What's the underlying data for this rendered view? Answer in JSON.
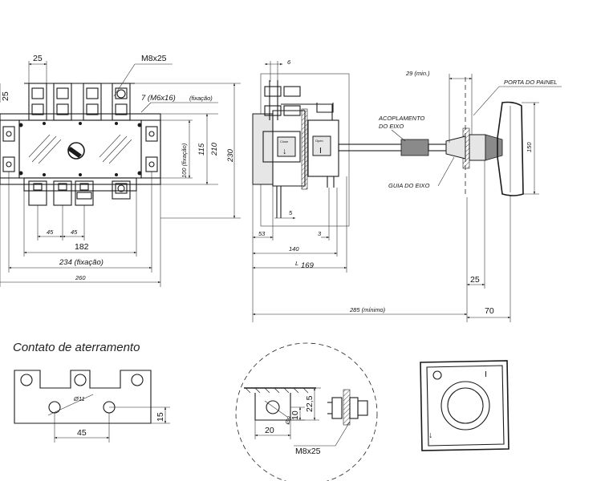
{
  "front_view": {
    "dim_top_25": "25",
    "dim_side_25": "25",
    "label_m8x25": "M8x25",
    "label_m6x16": "7  (M6x16)",
    "label_fixacao_small": "(fixação)",
    "dim_100_fixacao": "100 (fixação)",
    "dim_115": "115",
    "dim_210": "210",
    "dim_230": "230",
    "dim_45_a": "45",
    "dim_45_b": "45",
    "dim_182": "182",
    "dim_234_fixacao": "234 (fixação)",
    "dim_260": "260"
  },
  "side_view": {
    "dim_6": "6",
    "dim_5": "5",
    "dim_53": "53",
    "dim_3": "3",
    "dim_140": "140",
    "dim_169": "169",
    "dim_169_prefix": "L",
    "dim_285": "285 (mínimo)",
    "dim_25": "25",
    "dim_70": "70",
    "dim_29_min": "29 (min.)",
    "dim_150": "150",
    "label_porta_do_painel": "PORTA DO PAINEL",
    "label_acoplamento": "ACOPLAMENTO",
    "label_do_eixo": "DO EIXO",
    "label_guia_do_eixo": "GUIA DO EIXO",
    "label_close": "Close",
    "label_open": "Open",
    "symbol_on": "I",
    "symbol_down": "↓"
  },
  "grounding_contact": {
    "title": "Contato de aterramento",
    "dim_diam_11": "Ø11",
    "dim_15": "15",
    "dim_45": "45"
  },
  "detail_view": {
    "dim_20": "20",
    "dim_10": "10",
    "dim_22_5": "22,5",
    "dim_diam_9": "Ø9",
    "label_m8x25": "M8x25"
  },
  "handle_view": {
    "symbol_off": "O",
    "symbol_on": "I",
    "symbol_down": "↓"
  }
}
